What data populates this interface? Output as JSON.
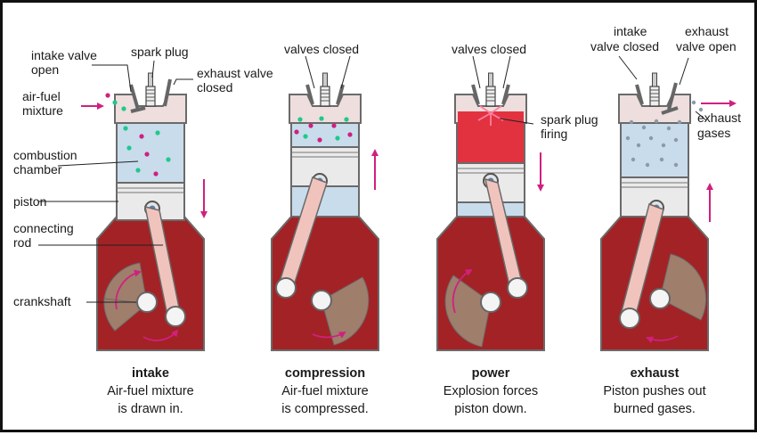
{
  "colors": {
    "chamber_blue": "#c8dcec",
    "head_pink": "#eedede",
    "crankcase_red": "#a32225",
    "crank_tan": "#9f7e6c",
    "arrow_magenta": "#d0207f",
    "dot_green": "#1fc98a",
    "firing_red": "#e23240"
  },
  "labels": {
    "intake_valve_open": [
      "intake valve",
      "open"
    ],
    "spark_plug": "spark plug",
    "exhaust_valve_closed": [
      "exhaust valve",
      "closed"
    ],
    "air_fuel_mixture": [
      "air-fuel",
      "mixture"
    ],
    "combustion_chamber": [
      "combustion",
      "chamber"
    ],
    "piston": "piston",
    "connecting_rod": [
      "connecting",
      "rod"
    ],
    "crankshaft": "crankshaft",
    "valves_closed_compression": "valves closed",
    "valves_closed_power": "valves closed",
    "spark_plug_firing": [
      "spark plug",
      "firing"
    ],
    "intake_valve_closed": [
      "intake",
      "valve closed"
    ],
    "exhaust_valve_open": [
      "exhaust",
      "valve open"
    ],
    "exhaust_gases": [
      "exhaust",
      "gases"
    ]
  },
  "strokes": [
    {
      "name": "intake",
      "lines": [
        "Air-fuel mixture",
        "is drawn in."
      ]
    },
    {
      "name": "compression",
      "lines": [
        "Air-fuel mixture",
        "is compressed."
      ]
    },
    {
      "name": "power",
      "lines": [
        "Explosion forces",
        "piston down."
      ]
    },
    {
      "name": "exhaust",
      "lines": [
        "Piston pushes out",
        "burned gases."
      ]
    }
  ]
}
